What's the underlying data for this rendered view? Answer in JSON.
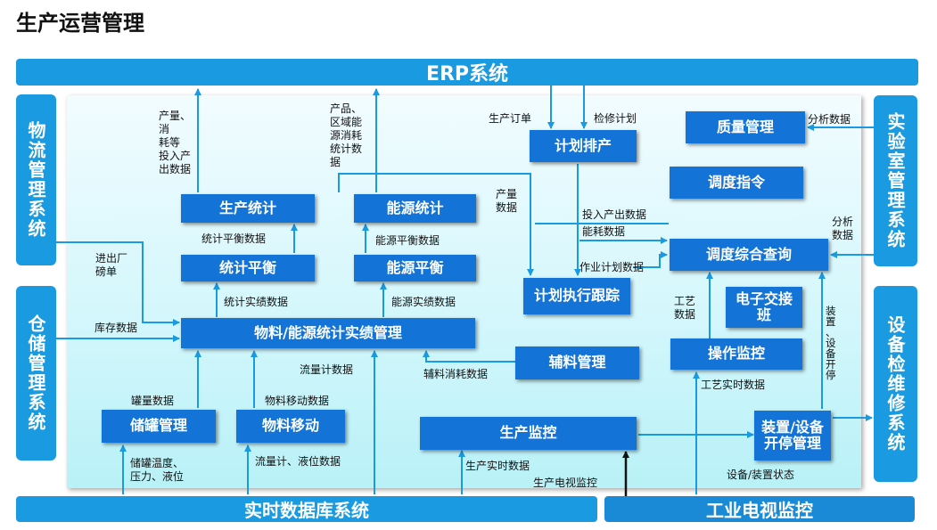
{
  "title": "生产运营管理",
  "systems": {
    "erp": "ERP系统",
    "logistics": "物流管理系统",
    "warehouse": "仓储管理系统",
    "lab": "实验室管理系统",
    "equipment": "设备检维修系统",
    "rtdb": "实时数据库系统",
    "cctv": "工业电视监控"
  },
  "modules": {
    "prod_stats": "生产统计",
    "energy_stats": "能源统计",
    "plan_schedule": "计划排产",
    "quality": "质量管理",
    "dispatch_cmd": "调度指令",
    "stat_balance": "统计平衡",
    "energy_balance": "能源平衡",
    "dispatch_query": "调度综合查询",
    "plan_track": "计划执行跟踪",
    "handover": "电子交接班",
    "material_mgmt": "物料/能源统计实绩管理",
    "aux_material": "辅料管理",
    "op_monitor": "操作监控",
    "tank_mgmt": "储罐管理",
    "material_move": "物料移动",
    "prod_monitor": "生产监控",
    "device_startstop": "装置/设备开停管理"
  },
  "labels": {
    "output_consumption": "产量、\n消\n耗等\n投入产\n出数据",
    "product_energy": "产品、\n区域能\n源消耗\n统计数\n据",
    "prod_order": "生产订单",
    "maint_plan": "检修计划",
    "analysis_data_top": "分析数据",
    "output_data": "产量\n数据",
    "io_data": "投入产出数据",
    "energy_data": "能耗数据",
    "analysis_data_right": "分析\n数据",
    "stat_balance_data": "统计平衡数据",
    "energy_balance_data": "能源平衡数据",
    "job_plan_data": "作业计划数据",
    "gate_weigh": "进出厂\n磅单",
    "stat_actual_data": "统计实绩数据",
    "energy_actual_data": "能源实绩数据",
    "process_data": "工艺\n数据",
    "device_status_vertical": "装\n置\n、\n设\n备\n开\n停",
    "inventory_data": "库存数据",
    "flow_meter_data": "流量计数据",
    "aux_consumption": "辅料消耗数据",
    "tank_data": "罐量数据",
    "material_move_data": "物料移动数据",
    "process_realtime": "工艺实时数据",
    "tank_temp": "储罐温度、\n压力、液位",
    "flow_level": "流量计、液位数据",
    "prod_realtime": "生产实时数据",
    "prod_cctv": "生产电视监控",
    "device_status": "设备/装置状态"
  }
}
